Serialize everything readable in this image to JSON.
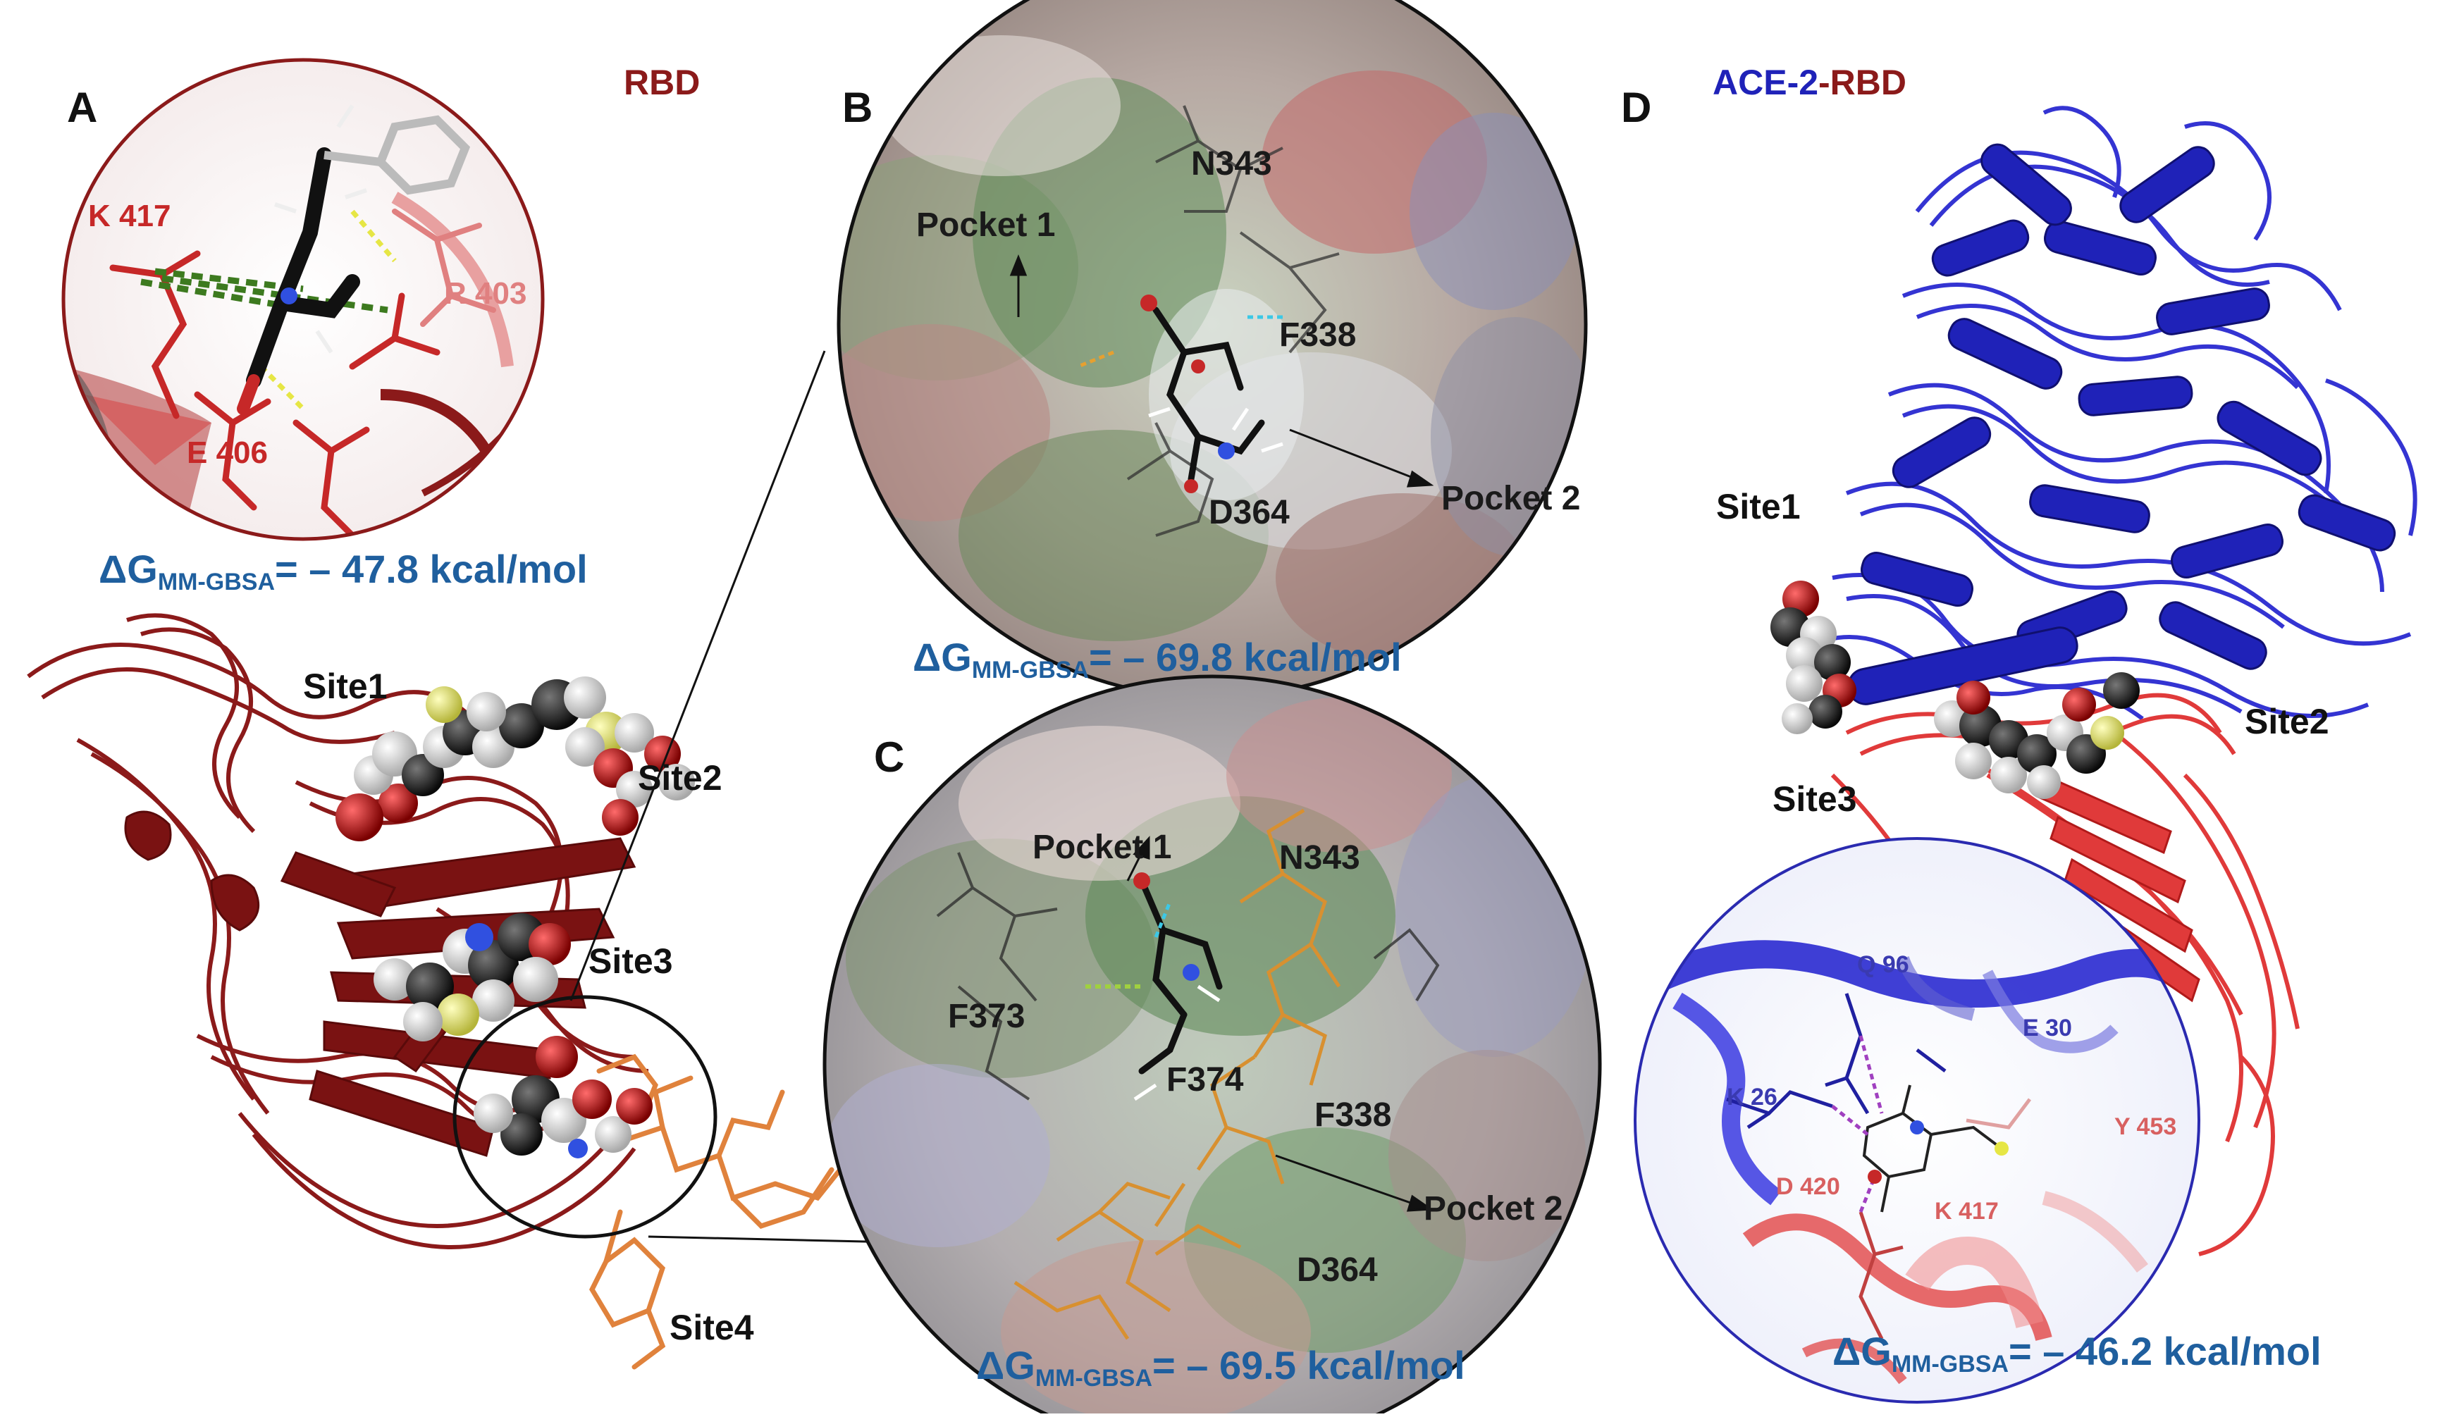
{
  "figure": {
    "colors": {
      "rbd": "#8b1a1a",
      "ace2": "#1f22b8",
      "residue_red": "#c62828",
      "energy_blue": "#1f5f9e",
      "glycan_orange": "#e0823c"
    },
    "panel_a": {
      "letter": "A",
      "title": "RBD",
      "residues": [
        "K 417",
        "R 403",
        "E 406"
      ],
      "energy_symbol": "ΔG",
      "energy_subscript": "MM-GBSA",
      "energy_value": "= – 47.8 kcal/mol",
      "sites": [
        "Site1",
        "Site2",
        "Site3",
        "Site4"
      ]
    },
    "panel_b": {
      "letter": "B",
      "residues": [
        "N343",
        "F338",
        "D364"
      ],
      "pockets": [
        "Pocket 1",
        "Pocket 2"
      ],
      "energy_symbol": "ΔG",
      "energy_subscript": "MM-GBSA",
      "energy_value": "= – 69.8 kcal/mol"
    },
    "panel_c": {
      "letter": "C",
      "residues": [
        "N343",
        "F373",
        "F374",
        "F338",
        "D364"
      ],
      "pockets": [
        "Pocket 1",
        "Pocket 2"
      ],
      "energy_symbol": "ΔG",
      "energy_subscript": "MM-GBSA",
      "energy_value": "= – 69.5 kcal/mol"
    },
    "panel_d": {
      "letter": "D",
      "title_part1": "ACE-2",
      "title_part2": "-RBD",
      "sites": [
        "Site1",
        "Site2",
        "Site3"
      ],
      "residues": [
        "Q 96",
        "E 30",
        "K 26",
        "Y 453",
        "D 420",
        "K 417"
      ],
      "energy_symbol": "ΔG",
      "energy_subscript": "MM-GBSA",
      "energy_value": "= – 46.2 kcal/mol"
    }
  }
}
